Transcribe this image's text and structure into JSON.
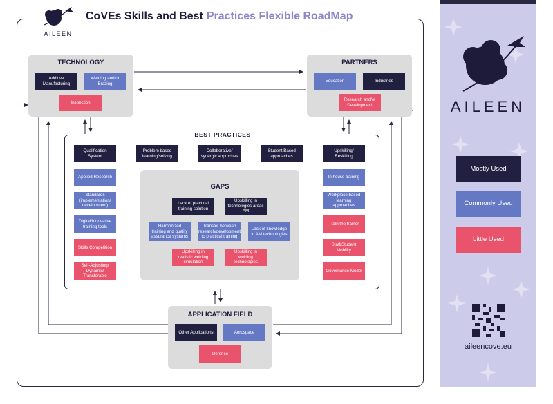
{
  "header": {
    "title_main": "CoVEs Skills and Best",
    "title_accent": "Practices Flexible RoadMap",
    "logo_text": "AILEEN"
  },
  "technology": {
    "title": "TECHNOLOGY",
    "items": [
      "Additive Manufacturing",
      "Welding and/or Brazing",
      "Inspection"
    ]
  },
  "partners": {
    "title": "PARTNERS",
    "items": [
      "Education",
      "Industries",
      "Research and/or Development"
    ]
  },
  "best_practices": {
    "title": "BEST PRACTICES",
    "top_row": [
      "Qualification System",
      "Problem based learning/solving",
      "Collaborative/ synergic approches",
      "Student Based approaches",
      "Upskilling/ Reskilling"
    ],
    "left_col": [
      "Applied Research",
      "Standards (implementation/ development)",
      "Digital/Innovative training tools",
      "Skills Competition",
      "Self-Adjusting/ Dynamic/ Transferable"
    ],
    "right_col": [
      "In house training",
      "Workplace based learning approaches",
      "Train the trainer",
      "Staff/Student Mobility",
      "Governance Model"
    ]
  },
  "gaps": {
    "title": "GAPS",
    "items": [
      "Lack of practical training solution",
      "Upskilling in technologies areas AM",
      "Harmonized training and quality assurance systems",
      "Transfer between research/development to practical training",
      "Lack of knowledge in AM technologies",
      "Upskilling in realistic welding simulation",
      "Upskilling in welding technologies"
    ]
  },
  "application_field": {
    "title": "APPLICATION FIELD",
    "items": [
      "Other Applications",
      "Aerospace",
      "Defence"
    ]
  },
  "sidebar": {
    "brand": "AILEEN",
    "legend": [
      "Mostly Used",
      "Commonly Used",
      "Little Used"
    ],
    "url": "aileencove.eu"
  },
  "colors": {
    "mostly_used": "#222040",
    "commonly_used": "#6478c4",
    "little_used": "#e9536c",
    "section_bg": "#dcdcdc",
    "sidebar_bg": "#cccbe9"
  }
}
